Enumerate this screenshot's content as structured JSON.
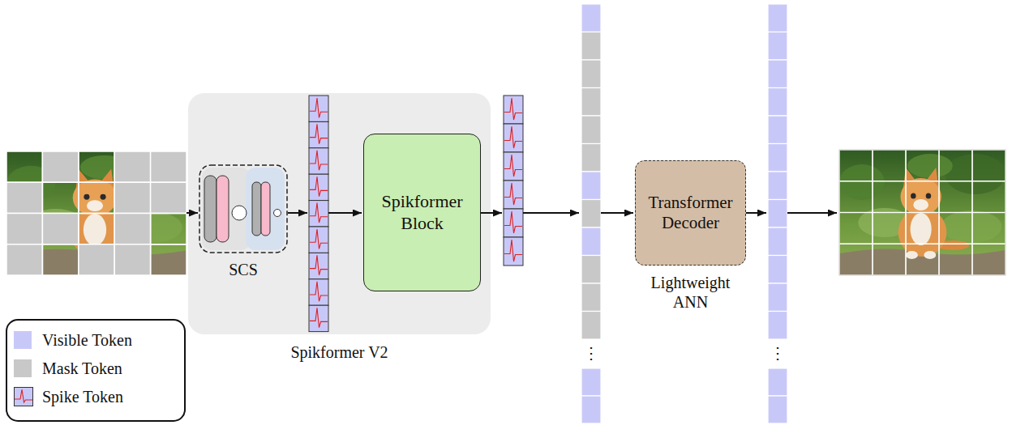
{
  "diagram": {
    "nodes": [
      {
        "text": [
          "Spikformer V2"
        ]
      },
      {
        "text": [
          "SCS"
        ],
        "in": 0
      },
      {
        "text": [
          "Spikformer Block"
        ],
        "in": 0
      },
      {
        "text": [
          "Transformer Decoder",
          "Lightweight ANN"
        ]
      }
    ],
    "labels": [
      "⋮",
      "⋮"
    ],
    "legend": [
      {
        "text": "Visible Token",
        "color": "#c8c8f8"
      },
      {
        "text": "Mask Token",
        "color": "#c8c8c8"
      },
      {
        "text": "Spike Token"
      }
    ]
  }
}
